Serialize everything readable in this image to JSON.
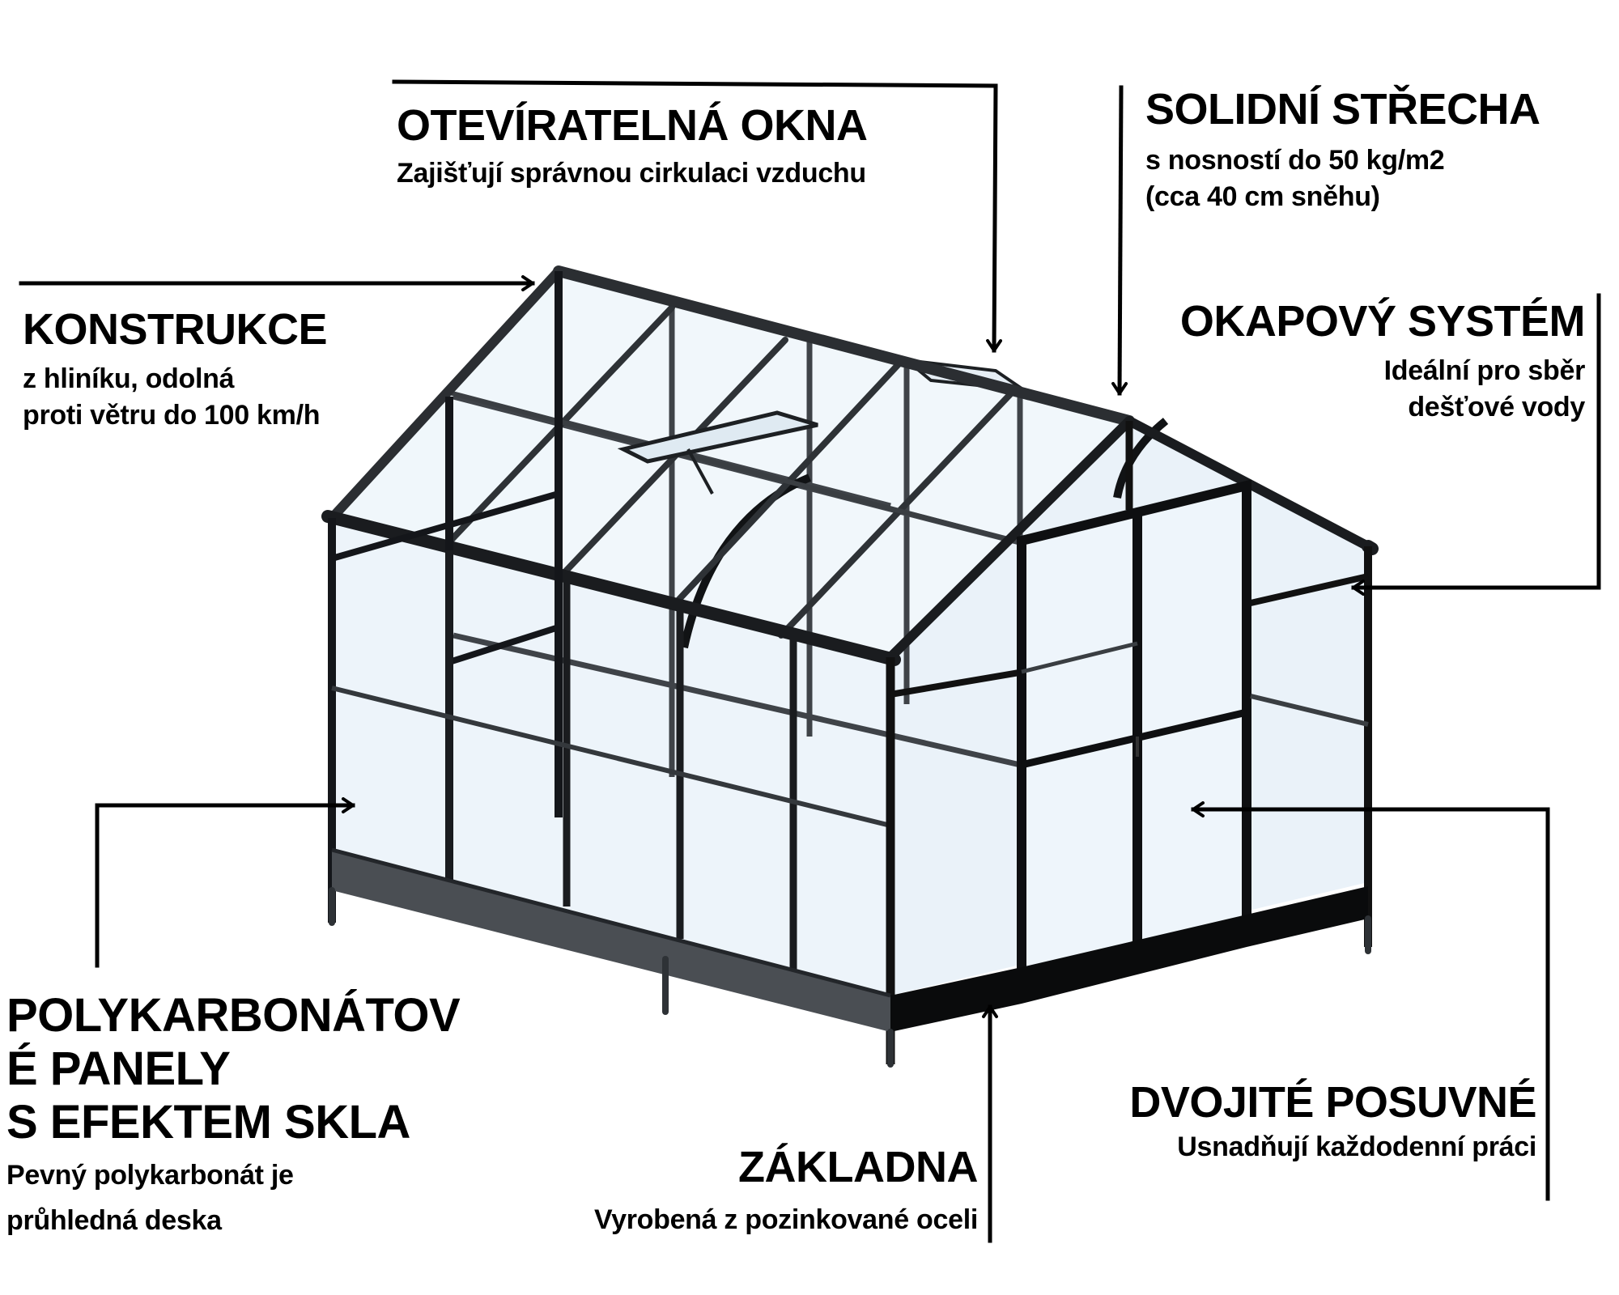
{
  "colors": {
    "background": "#ffffff",
    "text": "#000000",
    "frame_dark": "#111315",
    "frame_mid": "#3e4247",
    "glass": "#eef5fb",
    "glass_edge": "#dfeaf3",
    "base": "#4a4e53"
  },
  "callouts": {
    "windows": {
      "title": "OTEVÍRATELNÁ OKNA",
      "lines": [
        "Zajišťují správnou cirkulaci vzduchu"
      ],
      "arrow": "down"
    },
    "roof": {
      "title": "SOLIDNÍ STŘECHA",
      "lines": [
        "s nosností do 50 kg/m2",
        "(cca 40 cm sněhu)"
      ],
      "arrow": "down"
    },
    "construction": {
      "title": "KONSTRUKCE",
      "lines": [
        "z hliníku, odolná",
        "proti větru do 100 km/h"
      ],
      "arrow": "right"
    },
    "gutter": {
      "title": "OKAPOVÝ SYSTÉM",
      "lines": [
        "Ideální pro sběr",
        "dešťové vody"
      ],
      "arrow": "left"
    },
    "panels": {
      "title_lines": [
        "POLYKARBONÁTOV",
        "É PANELY",
        "S EFEKTEM SKLA"
      ],
      "lines": [
        "Pevný polykarbonát je",
        "průhledná deska"
      ],
      "arrow": "right"
    },
    "base": {
      "title": "ZÁKLADNA",
      "lines": [
        "Vyrobená z pozinkované oceli"
      ],
      "arrow": "up"
    },
    "doors": {
      "title": "DVOJITÉ POSUVNÉ",
      "lines": [
        "Usnadňují každodenní práci"
      ],
      "arrow": "left"
    }
  },
  "illustration": {
    "subject": "aluminium greenhouse with polycarbonate panels, gable roof, roof vent window and double sliding doors"
  }
}
